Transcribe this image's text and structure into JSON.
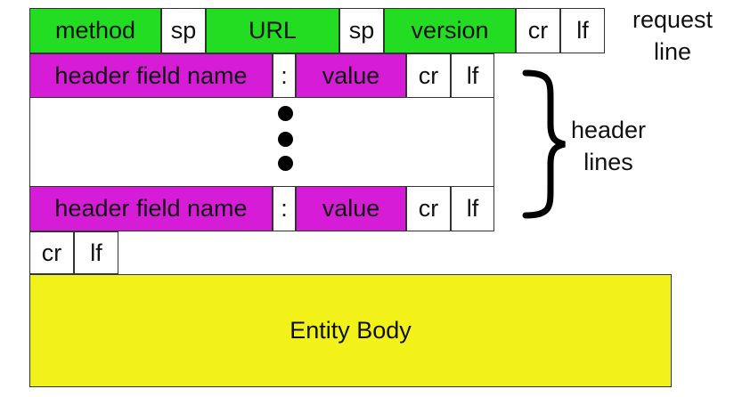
{
  "request_line": {
    "cells": [
      "method",
      "sp",
      "URL",
      "sp",
      "version",
      "cr",
      "lf"
    ],
    "label_lines": [
      "request",
      "line"
    ]
  },
  "header_line_1": {
    "cells": [
      "header field name",
      ":",
      "value",
      "cr",
      "lf"
    ]
  },
  "header_line_2": {
    "cells": [
      "header field name",
      ":",
      "value",
      "cr",
      "lf"
    ]
  },
  "header_lines_label": [
    "header",
    "lines"
  ],
  "blank_line": {
    "cells": [
      "cr",
      "lf"
    ]
  },
  "entity_body": {
    "label": "Entity Body"
  },
  "colors": {
    "request_line": "#22dd22",
    "header_field": "#d61cd6",
    "entity_body": "#f2f21a",
    "plain": "#ffffff"
  }
}
